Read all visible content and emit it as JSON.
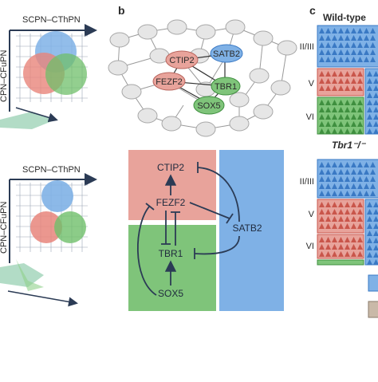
{
  "panels": {
    "a": {
      "top_axis_x": "SCPN–CThPN",
      "top_axis_y": "CPN–CFuPN",
      "bottom_axis_x": "SCPN–CThPN",
      "bottom_axis_y": "CPN–CFuPN"
    },
    "b": {
      "label": "b",
      "network_nodes": [
        "CTIP2",
        "SATB2",
        "FEZF2",
        "TBR1",
        "SOX5"
      ],
      "circuit_nodes": [
        "CTIP2",
        "FEZF2",
        "SATB2",
        "TBR1",
        "SOX5"
      ]
    },
    "c": {
      "label": "c",
      "top_title": "Wild-type",
      "bottom_title": "Tbr1⁻/⁻",
      "layers_top": [
        "II/III",
        "V",
        "VI"
      ],
      "layers_bottom": [
        "II/III",
        "V",
        "VI"
      ]
    }
  },
  "colors": {
    "red": "#e8a39b",
    "red_dark": "#c9564b",
    "green": "#7fc47a",
    "green_dark": "#3f8f3f",
    "blue": "#7fb1e6",
    "blue_dark": "#3a79c4",
    "grey_node": "#e6e6e6",
    "text": "#2b2b2b"
  }
}
